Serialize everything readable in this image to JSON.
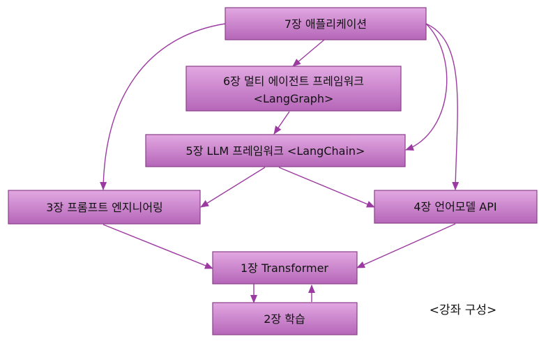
{
  "diagram": {
    "colors": {
      "box_fill_top": "#e2a8e2",
      "box_fill_bottom": "#b566b8",
      "box_border": "#8a3f8a",
      "arrow": "#9b3aa0"
    },
    "nodes": {
      "ch7": {
        "line1": "7장 애플리케이션"
      },
      "ch6": {
        "line1": "6장 멀티 에이전트 프레임워크",
        "line2": "<LangGraph>"
      },
      "ch5": {
        "line1": "5장 LLM 프레임워크 <LangChain>"
      },
      "ch3": {
        "line1": "3장 프롬프트 엔지니어링"
      },
      "ch4": {
        "line1": "4장 언어모델 API"
      },
      "ch1": {
        "line1": "1장 Transformer"
      },
      "ch2": {
        "line1": "2장 학습"
      }
    },
    "caption": "<강좌 구성>"
  }
}
